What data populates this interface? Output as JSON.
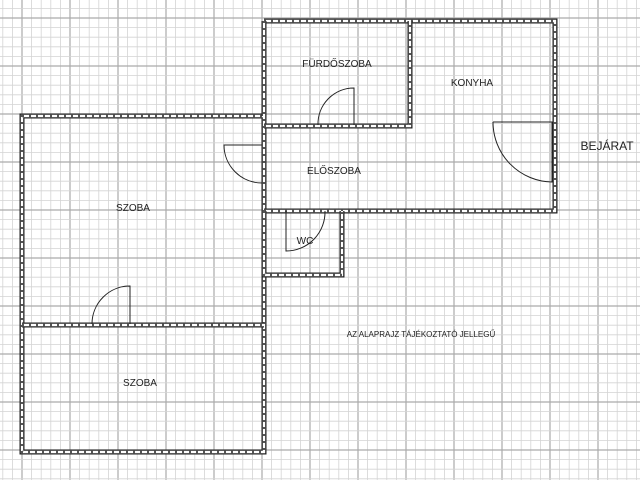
{
  "rooms": {
    "furdoszoba": "FÜRDŐSZOBA",
    "konyha": "KONYHA",
    "eloszoba": "ELŐSZOBA",
    "wc": "WC",
    "szoba_1": "SZOBA",
    "szoba_2": "SZOBA"
  },
  "entrance_label": "BEJÁRAT",
  "note": "AZ ALAPRAJZ TÁJÉKOZTATÓ JELLEGŰ"
}
